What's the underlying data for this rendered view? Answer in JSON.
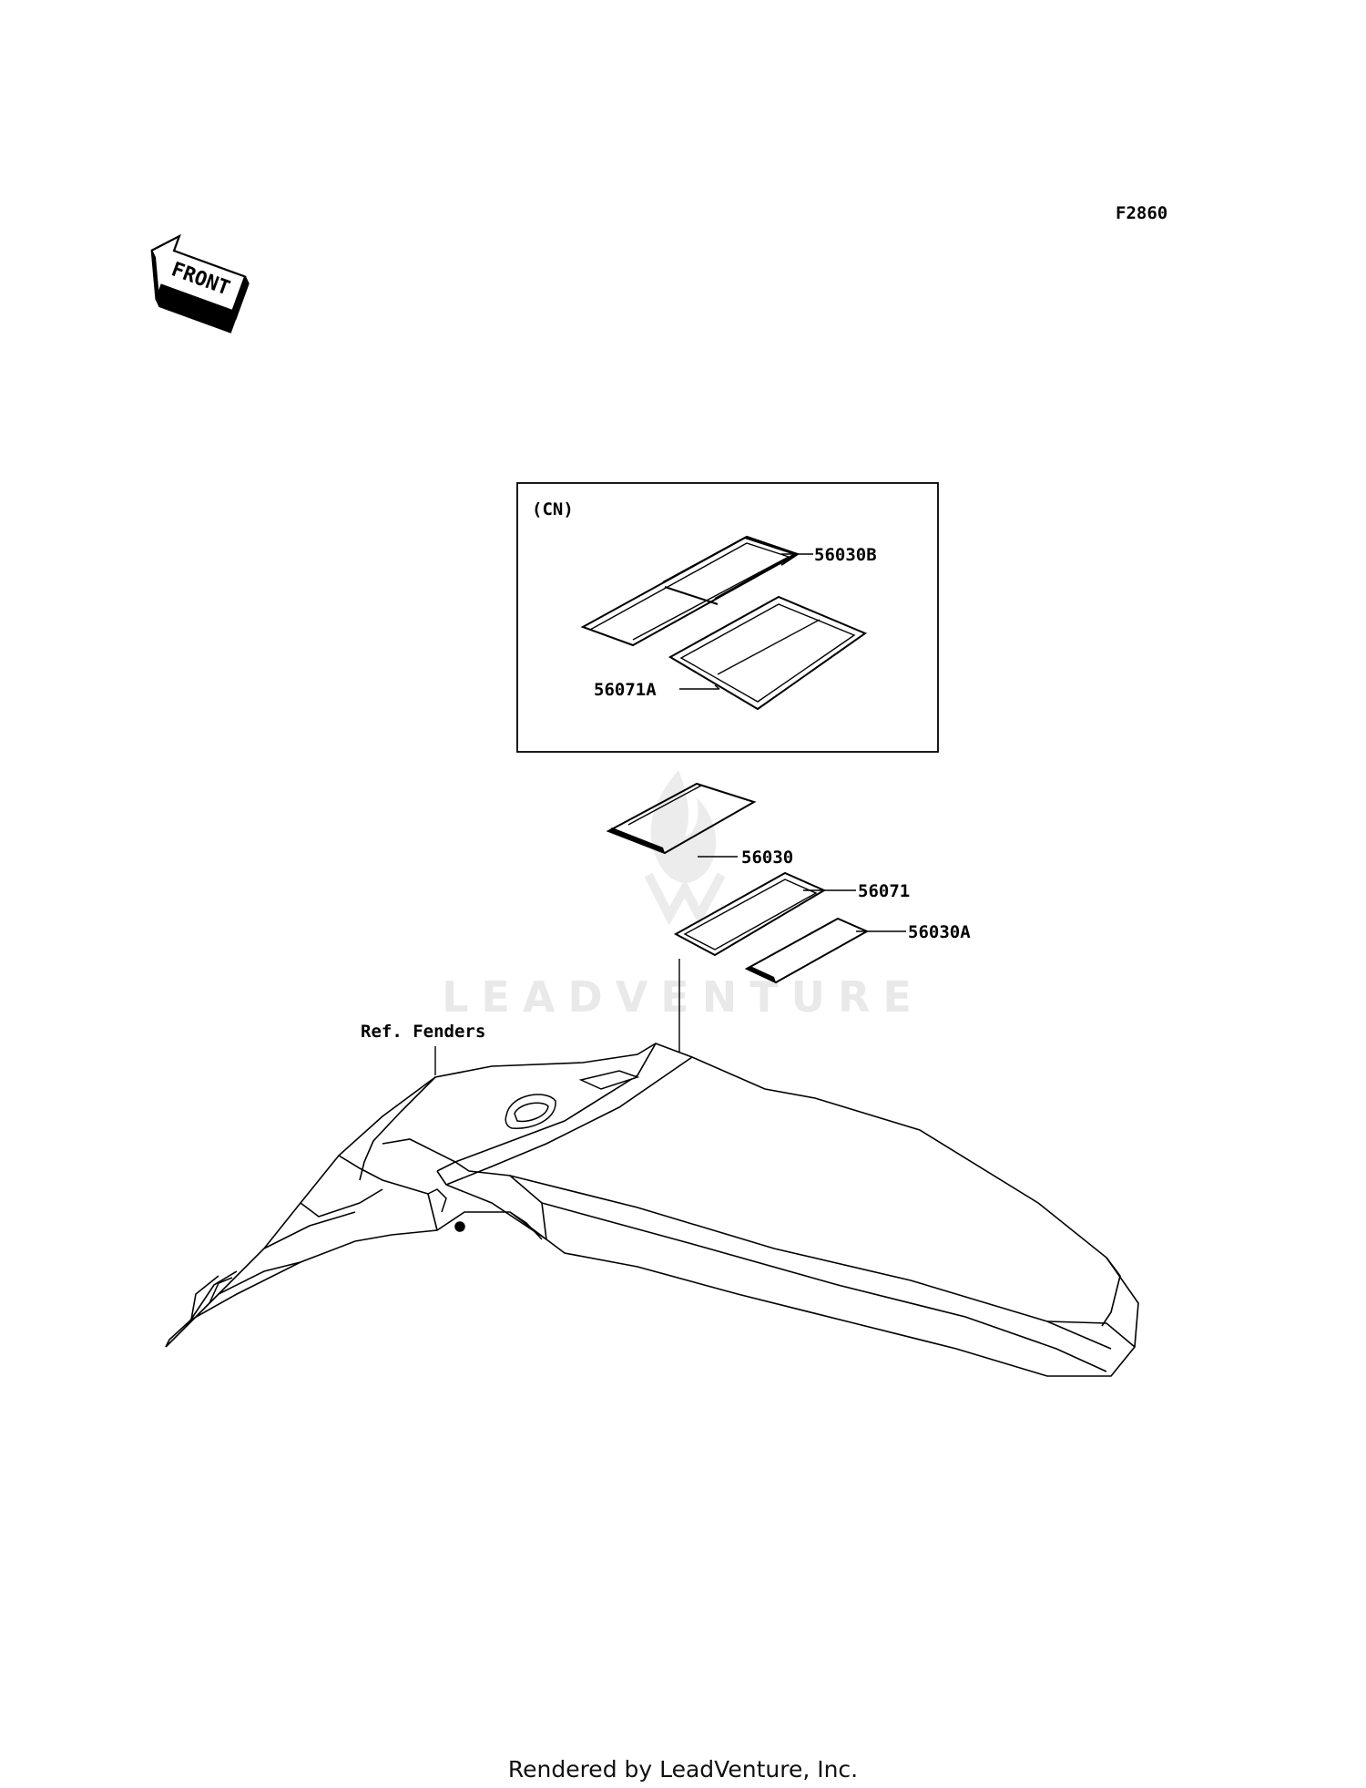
{
  "diagram_code": "F2860",
  "front_indicator": "FRONT",
  "inset": {
    "label": "(CN)"
  },
  "parts": {
    "p56030B": "56030B",
    "p56071A": "56071A",
    "p56030": "56030",
    "p56071": "56071",
    "p56030A": "56030A"
  },
  "reference": "Ref. Fenders",
  "watermark": "LEADVENTURE",
  "footer": "Rendered by LeadVenture, Inc."
}
